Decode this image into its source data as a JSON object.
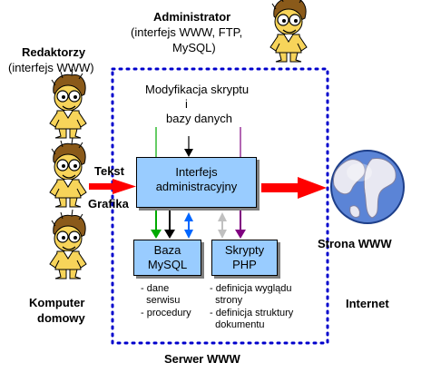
{
  "labels": {
    "administrator_title": "Administrator",
    "administrator_sub1": "(interfejs WWW, FTP,",
    "administrator_sub2": "MySQL)",
    "redaktorzy_title": "Redaktorzy",
    "redaktorzy_sub": "(interfejs WWW)",
    "modyfikacja_line1": "Modyfikacja skryptu",
    "modyfikacja_line2": "i",
    "modyfikacja_line3": "bazy danych",
    "tekst": "Tekst",
    "grafika": "Grafika",
    "strona_www": "Strona WWW",
    "internet": "Internet",
    "komputer_line1": "Komputer",
    "komputer_line2": "domowy",
    "serwer_www": "Serwer WWW"
  },
  "boxes": {
    "interfejs_line1": "Interfejs",
    "interfejs_line2": "administracyjny",
    "baza_line1": "Baza",
    "baza_line2": "MySQL",
    "skrypty_line1": "Skrypty",
    "skrypty_line2": "PHP"
  },
  "notes": {
    "baza_1": "- dane",
    "baza_2": "  serwisu",
    "baza_3": "- procedury",
    "skrypty_1": "- definicja wyglądu",
    "skrypty_2": "  strony",
    "skrypty_3": "- definicja struktury",
    "skrypty_4": "  dokumentu"
  },
  "colors": {
    "box_fill": "#99ccff",
    "dotted_border": "#0000cc",
    "arrow_red": "#ff0000",
    "arrow_green": "#00aa00",
    "arrow_purple": "#800080",
    "arrow_blue": "#0066ff",
    "arrow_gray": "#c0c0c0",
    "globe_ocean": "#5b84d6",
    "globe_land": "#e8e8f2"
  },
  "icons": [
    "person-icon",
    "globe-icon"
  ]
}
